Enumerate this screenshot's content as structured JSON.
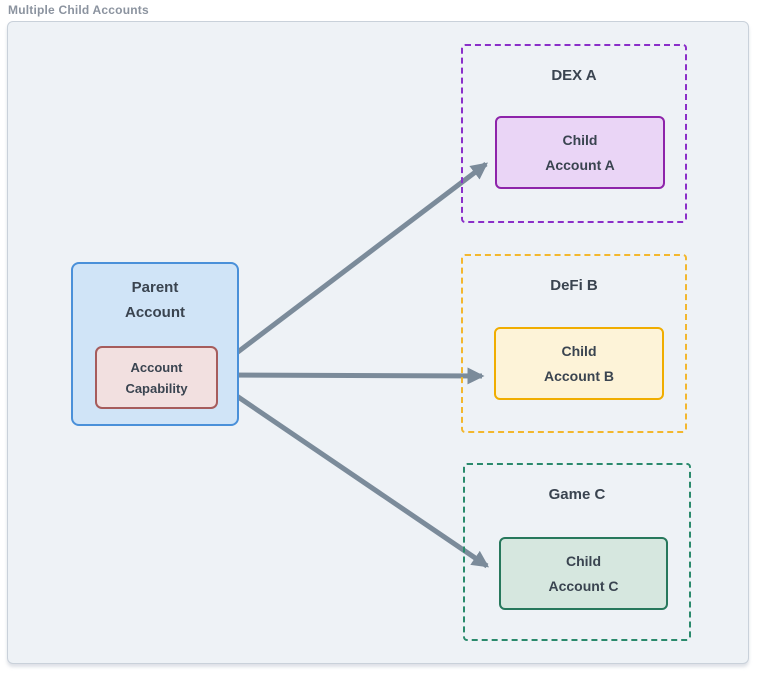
{
  "figure": {
    "title": "Multiple Child Accounts"
  },
  "nodes": {
    "parent": {
      "label": "Parent\nAccount"
    },
    "capability": {
      "label": "Account\nCapability"
    }
  },
  "groups": [
    {
      "label": "DEX A",
      "child_label": "Child\nAccount A"
    },
    {
      "label": "DeFi B",
      "child_label": "Child\nAccount B"
    },
    {
      "label": "Game C",
      "child_label": "Child\nAccount C"
    }
  ],
  "colors": {
    "page-bg": "#ffffff",
    "canvas-fill": "#eef2f6",
    "canvas-border": "#c9d1da",
    "title-text": "#8b939f",
    "node-text": "#3a4450",
    "arrow": "#7b8b9a",
    "parent-fill": "#d0e4f7",
    "parent-border": "#4a90d9",
    "capability-fill": "#f2e0e0",
    "capability-border": "#a65c5c",
    "group-a-dash": "#8b2fc9",
    "child-a-fill": "#ead5f6",
    "child-a-border": "#8e24aa",
    "group-b-dash": "#f3b72e",
    "child-b-fill": "#fdf3d8",
    "child-b-border": "#f0ad00",
    "group-c-dash": "#2a8a6c",
    "child-c-fill": "#d6e7df",
    "child-c-border": "#27785c"
  }
}
